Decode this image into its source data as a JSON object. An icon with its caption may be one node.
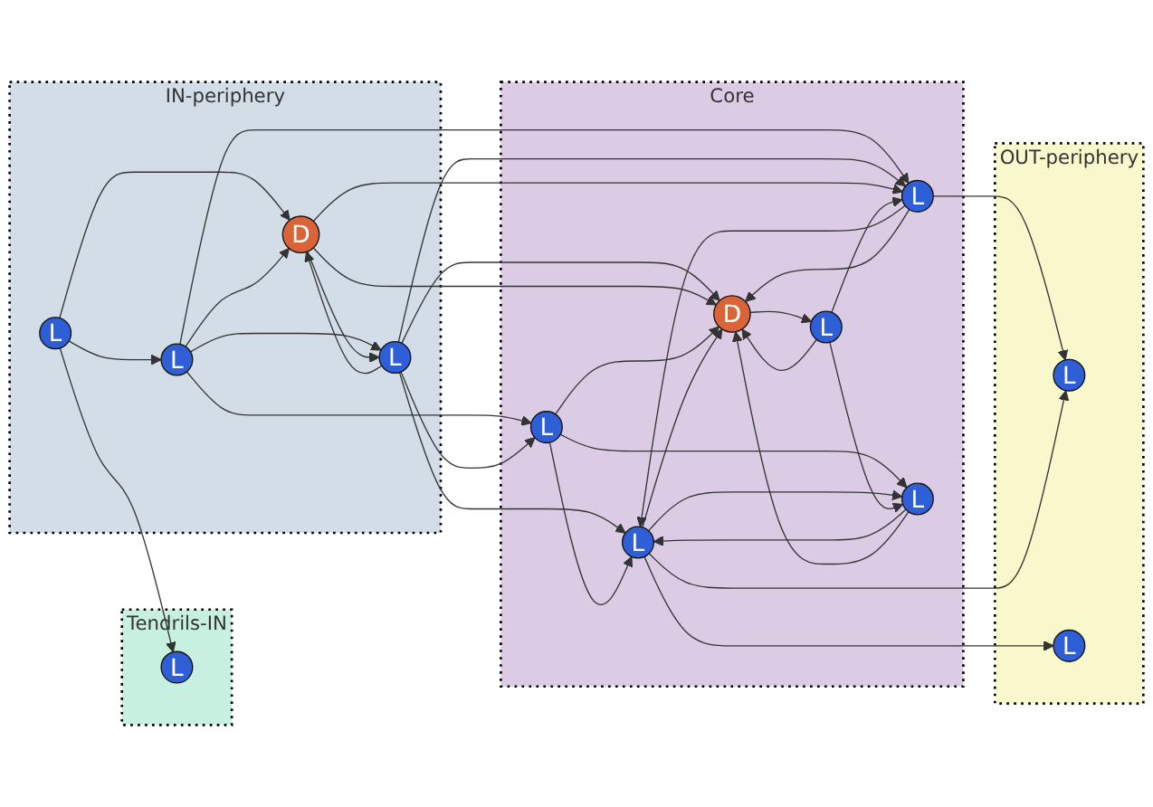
{
  "diagram": {
    "nodes": [
      {
        "text": [
          "Tendrils-IN"
        ]
      },
      {
        "text": [
          "L"
        ],
        "in": 0
      },
      {
        "text": [
          "IN-periphery"
        ]
      },
      {
        "text": [
          "L"
        ],
        "in": 2
      },
      {
        "text": [
          "L"
        ],
        "in": 2
      },
      {
        "text": [
          "L"
        ],
        "in": 2
      },
      {
        "text": [
          "D"
        ],
        "in": 2
      },
      {
        "text": [
          "Core"
        ]
      },
      {
        "text": [
          "L"
        ],
        "in": 7
      },
      {
        "text": [
          "L"
        ],
        "in": 7
      },
      {
        "text": [
          "L"
        ],
        "in": 7
      },
      {
        "text": [
          "L"
        ],
        "in": 7
      },
      {
        "text": [
          "D"
        ],
        "in": 7
      },
      {
        "text": [
          "L"
        ],
        "in": 7
      },
      {
        "text": [
          "OUT-periphery"
        ]
      },
      {
        "text": [
          "L"
        ],
        "in": 14
      },
      {
        "text": [
          "L"
        ],
        "in": 14
      }
    ],
    "edges": [
      {
        "from": 3,
        "to": 1,
        "arrow": "to"
      },
      {
        "from": 3,
        "to": 4,
        "arrow": "to"
      },
      {
        "from": 3,
        "to": 6,
        "arrow": "to"
      },
      {
        "from": 4,
        "to": 6,
        "arrow": "to"
      },
      {
        "from": 4,
        "to": 5,
        "arrow": "to"
      },
      {
        "from": 4,
        "to": 8,
        "arrow": "to"
      },
      {
        "from": 4,
        "to": 10,
        "arrow": "to"
      },
      {
        "from": 5,
        "to": 6,
        "arrow": "to"
      },
      {
        "from": 6,
        "to": 5,
        "arrow": "to"
      },
      {
        "from": 5,
        "to": 8,
        "arrow": "to"
      },
      {
        "from": 5,
        "to": 9,
        "arrow": "to"
      },
      {
        "from": 5,
        "to": 10,
        "arrow": "to"
      },
      {
        "from": 5,
        "to": 12,
        "arrow": "to"
      },
      {
        "from": 6,
        "to": 10,
        "arrow": "to"
      },
      {
        "from": 6,
        "to": 12,
        "arrow": "to"
      },
      {
        "from": 8,
        "to": 9,
        "arrow": "to"
      },
      {
        "from": 8,
        "to": 12,
        "arrow": "to"
      },
      {
        "from": 8,
        "to": 11,
        "arrow": "to"
      },
      {
        "from": 10,
        "to": 9,
        "arrow": "to"
      },
      {
        "from": 10,
        "to": 12,
        "arrow": "to"
      },
      {
        "from": 10,
        "to": 15,
        "arrow": "to"
      },
      {
        "from": 9,
        "to": 12,
        "arrow": "to"
      },
      {
        "from": 9,
        "to": 11,
        "arrow": "to"
      },
      {
        "from": 11,
        "to": 9,
        "arrow": "to"
      },
      {
        "from": 9,
        "to": 15,
        "arrow": "to"
      },
      {
        "from": 9,
        "to": 16,
        "arrow": "to"
      },
      {
        "from": 11,
        "to": 12,
        "arrow": "to"
      },
      {
        "from": 13,
        "to": 10,
        "arrow": "to"
      },
      {
        "from": 13,
        "to": 12,
        "arrow": "to"
      },
      {
        "from": 12,
        "to": 13,
        "arrow": "to"
      },
      {
        "from": 13,
        "to": 11,
        "arrow": "to"
      }
    ]
  }
}
